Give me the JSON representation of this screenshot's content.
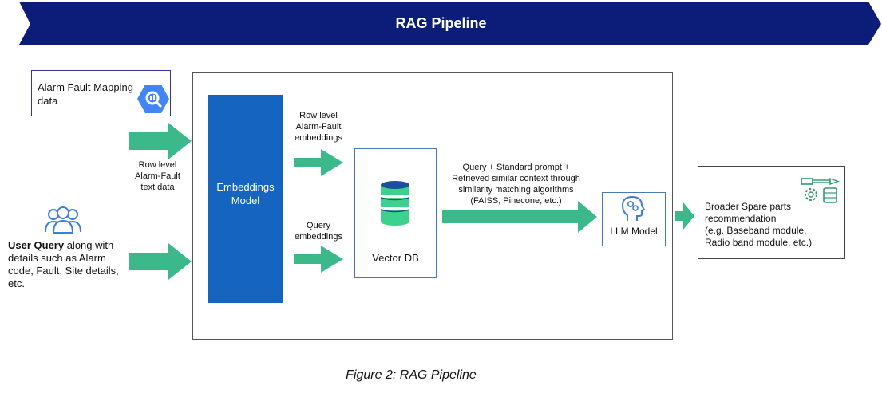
{
  "banner": {
    "title": "RAG Pipeline"
  },
  "alarm_source": {
    "text": "Alarm Fault Mapping data"
  },
  "row_text_label": {
    "line1": "Row level",
    "line2": "Alarm-Fault",
    "line3": "text data"
  },
  "user_query": {
    "bold": "User Query",
    "rest": " along with details such as Alarm code, Fault, Site details, etc."
  },
  "embeddings_model": {
    "line1": "Embeddings",
    "line2": "Model"
  },
  "row_embeddings_label": {
    "line1": "Row level",
    "line2": "Alarm-Fault",
    "line3": "embeddings"
  },
  "query_embeddings_label": {
    "line1": "Query",
    "line2": "embeddings"
  },
  "vector_db": {
    "label": "Vector DB"
  },
  "query_prompt_label": {
    "line1": "Query + Standard prompt +",
    "line2": "Retrieved similar context through",
    "line3": "similarity matching algorithms",
    "line4": "(FAISS, Pinecone, etc.)"
  },
  "llm_model": {
    "label": "LLM Model"
  },
  "recommendation": {
    "line1": "Broader Spare parts",
    "line2": "recommendation",
    "line3": "(e.g. Baseband module,",
    "line4": "Radio band module, etc.)"
  },
  "caption": {
    "text": "Figure 2: RAG Pipeline"
  },
  "colors": {
    "banner": "#0b1d78",
    "arrow": "#3cb98a",
    "embeddings_box": "#1565c0",
    "db_cylinder": "#3dd18e",
    "icon_blue": "#3f7ddb"
  },
  "icons": [
    "bigquery-icon",
    "users-icon",
    "database-icon",
    "brain-head-icon",
    "spare-parts-icon"
  ]
}
